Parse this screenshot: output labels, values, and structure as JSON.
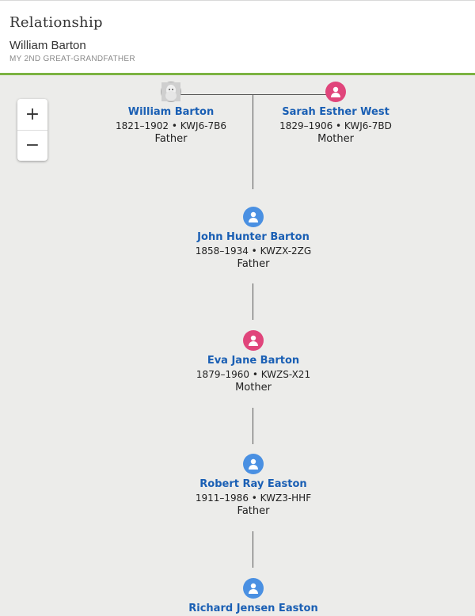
{
  "header": {
    "title": "Relationship",
    "name": "William Barton",
    "relationship": "MY 2ND GREAT-GRANDFATHER"
  },
  "zoom": {
    "in_label": "+",
    "out_label": "−"
  },
  "colors": {
    "male": "#4a90e2",
    "female": "#e0457b",
    "link": "#1a5fb4",
    "accent": "#7cb342"
  },
  "people": [
    {
      "name": "William Barton",
      "lifespan": "1821–1902 • KWJ6-7B6",
      "relation": "Father",
      "gender": "male",
      "avatar": "photo"
    },
    {
      "name": "Sarah Esther West",
      "lifespan": "1829–1906 • KWJ6-7BD",
      "relation": "Mother",
      "gender": "female",
      "avatar": "female-person-icon"
    },
    {
      "name": "John Hunter Barton",
      "lifespan": "1858–1934 • KWZX-2ZG",
      "relation": "Father",
      "gender": "male",
      "avatar": "male-person-icon"
    },
    {
      "name": "Eva Jane Barton",
      "lifespan": "1879–1960 • KWZS-X21",
      "relation": "Mother",
      "gender": "female",
      "avatar": "female-person-icon"
    },
    {
      "name": "Robert Ray Easton",
      "lifespan": "1911–1986 • KWZ3-HHF",
      "relation": "Father",
      "gender": "male",
      "avatar": "male-person-icon"
    },
    {
      "name": "Richard Jensen Easton",
      "lifespan": "",
      "relation": "",
      "gender": "male",
      "avatar": "male-person-icon"
    }
  ]
}
